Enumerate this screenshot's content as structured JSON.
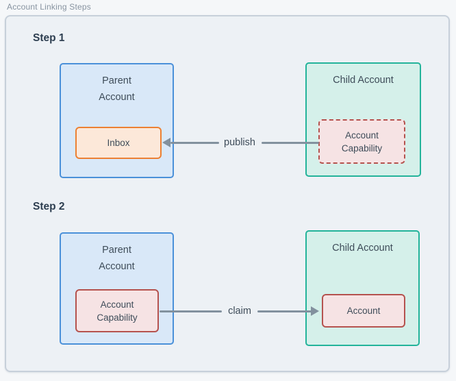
{
  "page": {
    "title": "Account Linking Steps"
  },
  "colors": {
    "page_bg": "#f5f7f9",
    "panel_bg": "#edf1f5",
    "panel_border": "#c7d0da",
    "heading_text": "#2d3e50",
    "box_text": "#3e4c59",
    "parent_fill": "#d9e8f8",
    "parent_border": "#4a90d9",
    "child_fill": "#d5f0ea",
    "child_border": "#23b39a",
    "inbox_fill": "#fce8d9",
    "inbox_border": "#ec8033",
    "capability_fill": "#f6e3e4",
    "capability_border": "#b5524e",
    "arrow": "#82919e"
  },
  "steps": [
    {
      "label": "Step 1",
      "parent": {
        "title": "Parent Account",
        "inner": "Inbox"
      },
      "child": {
        "title": "Child Account",
        "inner": "Account Capability"
      },
      "arrow": {
        "label": "publish",
        "direction": "left"
      }
    },
    {
      "label": "Step 2",
      "parent": {
        "title": "Parent Account",
        "inner": "Account Capability"
      },
      "child": {
        "title": "Child Account",
        "inner": "Account"
      },
      "arrow": {
        "label": "claim",
        "direction": "right"
      }
    }
  ]
}
